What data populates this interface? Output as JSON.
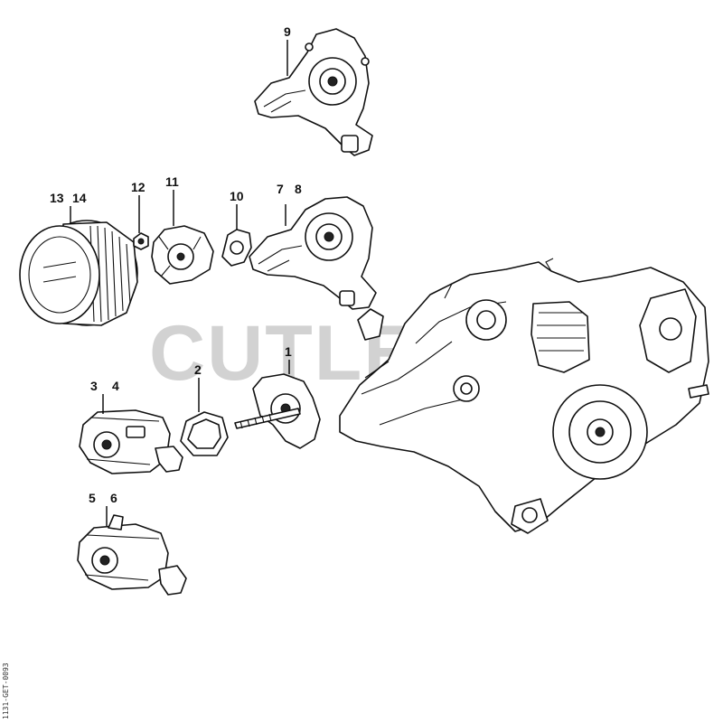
{
  "watermark": "CUTLERS",
  "drawing_code": "1131-GET-0093",
  "callouts": {
    "c1": "1",
    "c2": "2",
    "c3": "3",
    "c4": "4",
    "c5": "5",
    "c6": "6",
    "c7": "7",
    "c8": "8",
    "c9": "9",
    "c10": "10",
    "c11": "11",
    "c12": "12",
    "c13": "13",
    "c14": "14"
  },
  "colors": {
    "line": "#111111",
    "watermark": "#d2d2d2",
    "background": "#ffffff"
  }
}
